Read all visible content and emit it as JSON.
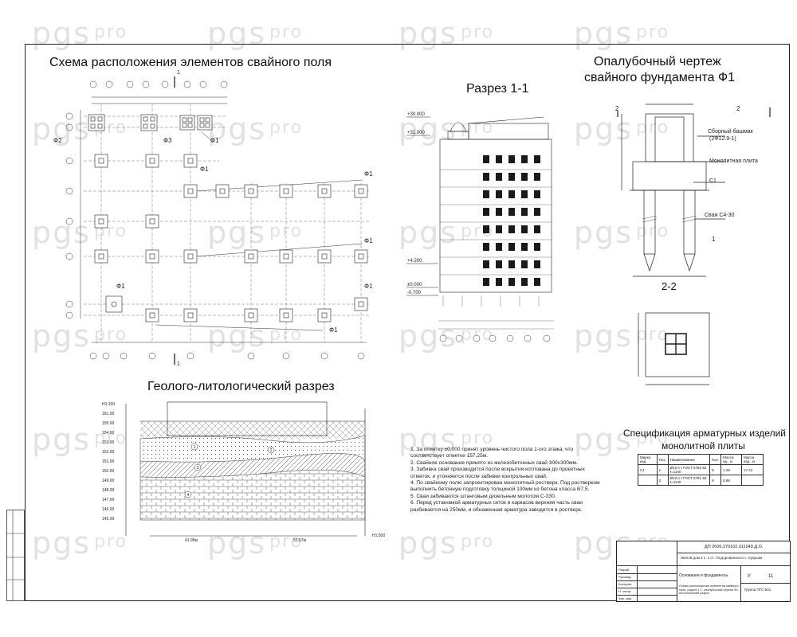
{
  "watermark": "pgs",
  "watermark_suffix": "pro",
  "pile_field": {
    "title": "Схема расположения элементов свайного поля",
    "labels": {
      "f1": "Ф1",
      "f2": "Ф2",
      "f3": "Ф3"
    },
    "section_mark": "1"
  },
  "section_1_1": {
    "title": "Разрез 1-1",
    "levels": [
      "+30.000",
      "+31.000",
      "+4.200",
      "±0.000",
      "-0.700"
    ]
  },
  "formwork": {
    "title_line1": "Опалубочный чертеж",
    "title_line2": "свайного фундамента Ф1",
    "callouts": {
      "shoe": "Сборный башмак",
      "shoe_code": "(2Ф12.9-1)",
      "slab": "Монолитная плита",
      "c1": "С1",
      "pile": "Свая С4-30"
    },
    "marks": {
      "one": "1",
      "two": "2"
    },
    "section_2_2": "2-2"
  },
  "geology": {
    "title": "Геолого-литологический разрез",
    "scale_left": "Н1:100",
    "scale_right": "Н1:500",
    "elevations": [
      "161.00",
      "155.00",
      "154.00",
      "153.00",
      "152.00",
      "151.00",
      "150.00",
      "149.00",
      "148.00",
      "147.00",
      "146.00",
      "145.00"
    ],
    "dims": [
      "41.95м",
      "53.57м"
    ],
    "layer_numbers": [
      "1",
      "2",
      "3",
      "4"
    ]
  },
  "notes": [
    "1. За отметку ±0,000 принят уровень чистого пола 1-ого этажа, что соответствует отметке 157,25м.",
    "2. Свайное основание принято из железобетонных свай 300х300мм.",
    "3. Забивка свай производится после вскрытия котлована до проектных отметок, и уточняется после забивки контрольных свай.",
    "4. По свайному полю запроектирован монолитный ростверк. Под ростверком выполнить бетонную подготовку толщиной 100мм из бетона класса В7,5.",
    "5. Сваи забиваются штанговым дизельным молотом С-330.",
    "6. Перед установкой арматурных сеток и каркасов верхняя часть сваи разбивается на 250мм, и обнаженная арматура заводится в ростверк."
  ],
  "spec": {
    "title_line1": "Спецификация арматурных изделий",
    "title_line2": "монолитной плиты",
    "headers": [
      "Марка изд.",
      "Поз.",
      "Наименование",
      "Кол.",
      "Масса ед., кг",
      "Масса изд., кг"
    ],
    "rows": [
      {
        "mark": "С1",
        "pos": "1",
        "name": "Ø10 A-I ГОСТ 5781-82 ℓ=1140",
        "qty": "8",
        "unit": "1.29",
        "total": "17.44"
      },
      {
        "mark": "",
        "pos": "2",
        "name": "Ø10 A-I ГОСТ 5781-82 ℓ=1140",
        "qty": "8",
        "unit": "0.89",
        "total": ""
      }
    ]
  },
  "stamp": {
    "code": "ДП 2006.270102.011049.Д.О.",
    "project": "Жилой дом в п. 1 ст. Госдоровинского с. Кукушки",
    "sheet_title": "Основания и фундаменты",
    "stage": "У",
    "sheet": "11",
    "drawing": "Схема расположения элементов свайного поля, разрез 1-1, опалубочный чертеж Ф1, геологический разрез",
    "org": "Группа ПГС-501",
    "rows": [
      "Разраб.",
      "Руковод.",
      "Консульт.",
      "Н. контр.",
      "Зав. каф."
    ]
  }
}
